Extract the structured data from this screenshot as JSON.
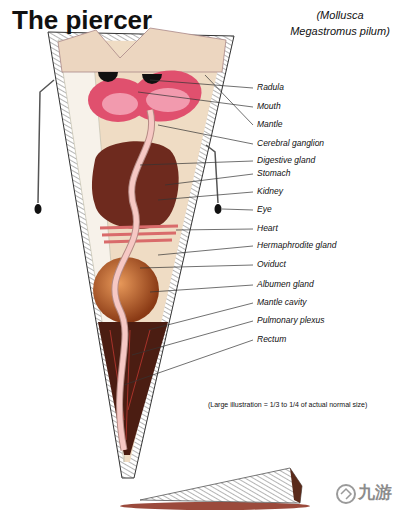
{
  "diagram": {
    "title": "The piercer",
    "caption": "(Large illustration = 1/3 to 1/4 of actual normal size)",
    "labels": [
      "(Mollusca Megastromus pilum)",
      "Radula",
      "Mouth",
      "Mantle",
      "Cerebral ganglion",
      "Digestive gland",
      "Stomach",
      "Kidney",
      "Eye",
      "Heart",
      "Hermaphrodite gland",
      "Oviduct",
      "Albumen gland",
      "Mantle cavity",
      "Pulmonary plexus",
      "Rectum",
      "九游"
    ]
  }
}
